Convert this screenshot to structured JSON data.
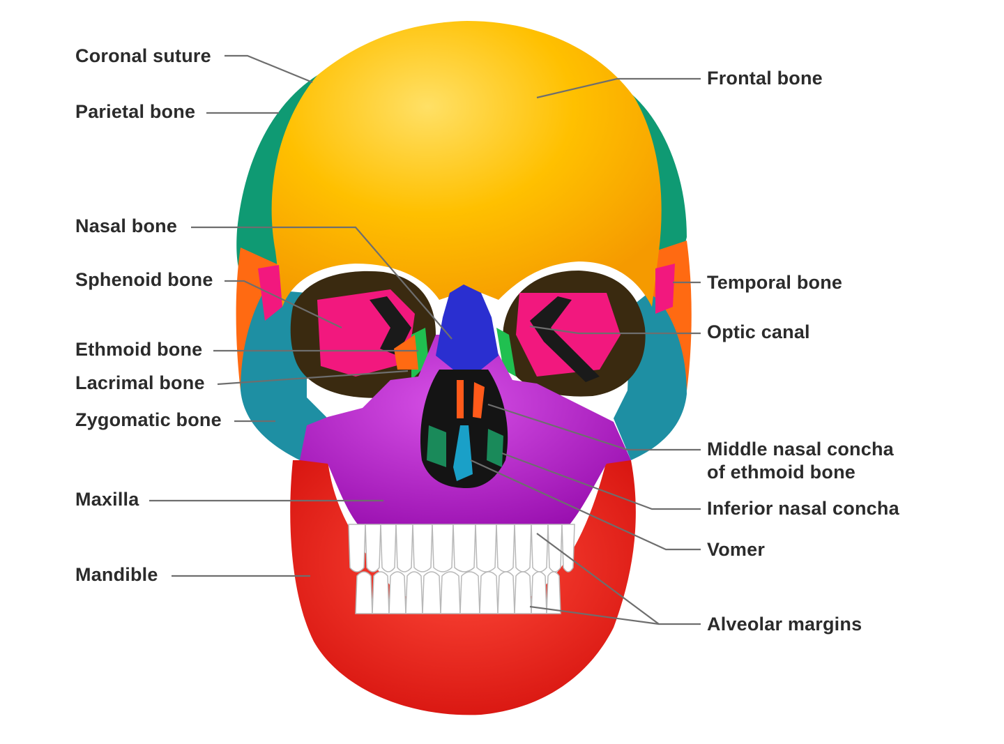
{
  "colors": {
    "frontal": "#ffb800",
    "parietal": "#0f9a73",
    "temporal": "#ff6a12",
    "sphenoid": "#f2187e",
    "zygomatic": "#1e8fa3",
    "maxilla": "#b51ac9",
    "mandible": "#f01c14",
    "nasal": "#2a2fd0",
    "ethmoid": "#20c050",
    "teeth": "#ffffff",
    "leader_line": "#6e6e6e"
  },
  "labels": {
    "coronal_suture": "Coronal suture",
    "parietal_bone": "Parietal bone",
    "nasal_bone": "Nasal bone",
    "sphenoid_bone": "Sphenoid bone",
    "ethmoid_bone": "Ethmoid bone",
    "lacrimal_bone": "Lacrimal bone",
    "zygomatic_bone": "Zygomatic bone",
    "maxilla": "Maxilla",
    "mandible": "Mandible",
    "frontal_bone": "Frontal bone",
    "temporal_bone": "Temporal bone",
    "optic_canal": "Optic canal",
    "middle_nasal_concha_line1": "Middle nasal concha",
    "middle_nasal_concha_line2": "of ethmoid bone",
    "inferior_nasal_concha": "Inferior nasal concha",
    "vomer": "Vomer",
    "alveolar_margins": "Alveolar margins"
  }
}
